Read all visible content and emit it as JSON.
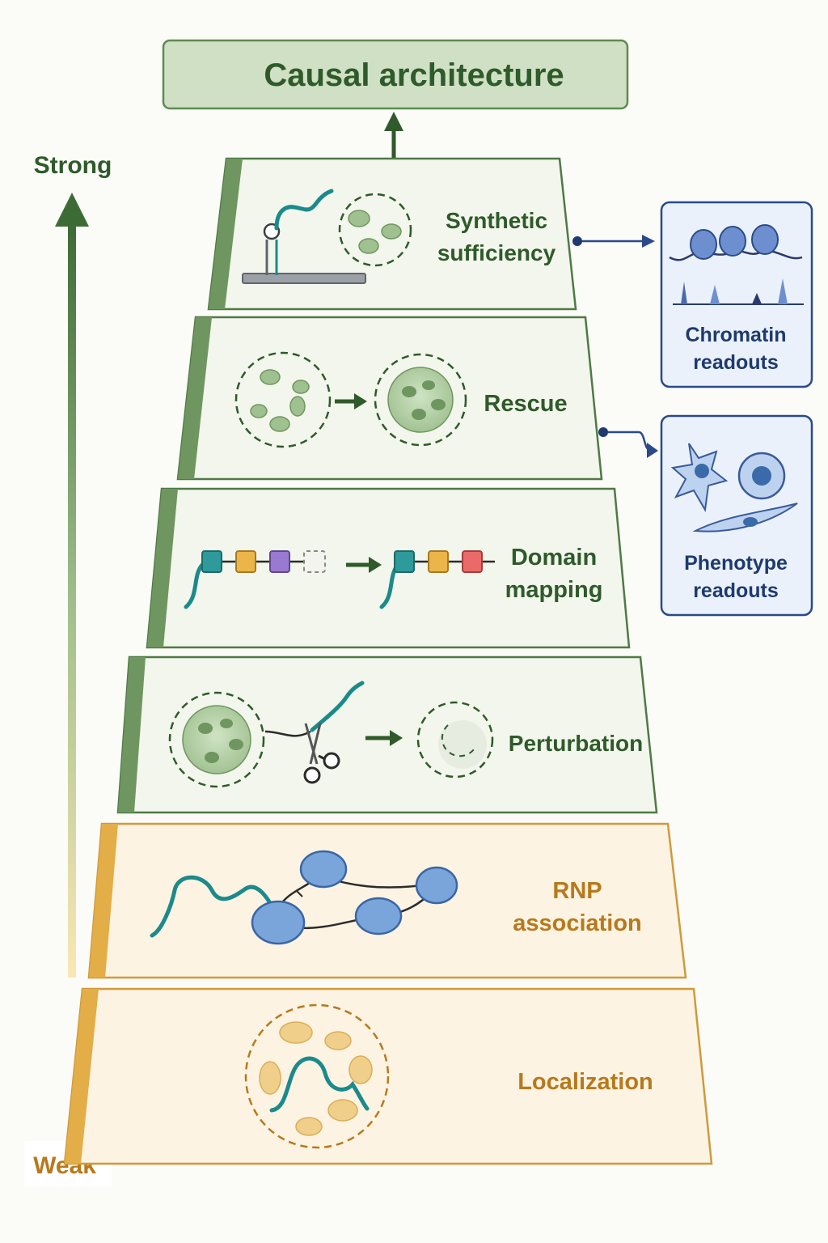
{
  "title": "Causal architecture",
  "axis": {
    "top_label": "Strong",
    "bottom_label": "Weak"
  },
  "tiers": [
    {
      "lines": [
        "Synthetic",
        "sufficiency"
      ]
    },
    {
      "lines": [
        "Rescue"
      ]
    },
    {
      "lines": [
        "Domain",
        "mapping"
      ]
    },
    {
      "lines": [
        "Perturbation"
      ]
    },
    {
      "lines": [
        "RNP",
        "association"
      ]
    },
    {
      "lines": [
        "Localization"
      ]
    }
  ],
  "readouts": {
    "chromatin": {
      "lines": [
        "Chromatin",
        "readouts"
      ]
    },
    "phenotype": {
      "lines": [
        "Phenotype",
        "readouts"
      ]
    }
  },
  "colors": {
    "green_text": "#2f5a2a",
    "green_stroke": "#4f7a45",
    "green_fill": "#f2f6ec",
    "title_fill": "#cfe0c5",
    "gold_text": "#b8791c",
    "gold_stroke": "#d9a441",
    "gold_fill": "#fcf3e2",
    "blue_stroke": "#2a4a8a",
    "blue_text": "#1e3a6e",
    "blue_fill": "#eaf1fa",
    "rna_teal": "#1b8a8a"
  }
}
